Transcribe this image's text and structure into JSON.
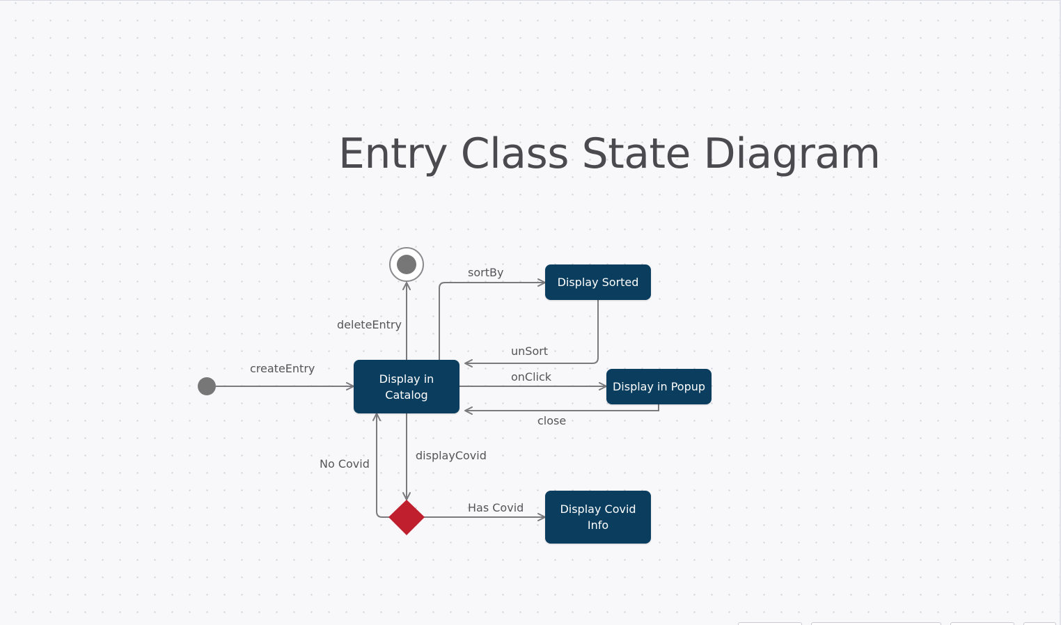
{
  "title": "Entry Class State Diagram",
  "colors": {
    "state_fill": "#0a3d5e",
    "state_text": "#ffffff",
    "connector": "#7a7a7e",
    "decision": "#c0202e",
    "node": "#777777"
  },
  "states": {
    "catalog": [
      "Display in",
      "Catalog"
    ],
    "sorted": "Display Sorted",
    "popup": "Display in Popup",
    "covid_info": [
      "Display Covid",
      "Info"
    ]
  },
  "transitions": {
    "create_entry": "createEntry",
    "delete_entry": "deleteEntry",
    "sort_by": "sortBy",
    "un_sort": "unSort",
    "on_click": "onClick",
    "close": "close",
    "display_covid": "displayCovid",
    "no_covid": "No Covid",
    "has_covid": "Has Covid"
  }
}
